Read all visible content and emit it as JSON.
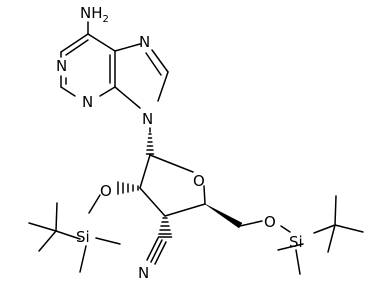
{
  "molecule": {
    "atom_labels": {
      "nh2_n": "NH",
      "nh2_sub": "2",
      "n1": "N",
      "n3": "N",
      "n7": "N",
      "n9": "N",
      "o_ring": "O",
      "o_2": "O",
      "si_2": "Si",
      "o_5": "O",
      "si_5": "Si",
      "n_nitrile": "N"
    }
  }
}
